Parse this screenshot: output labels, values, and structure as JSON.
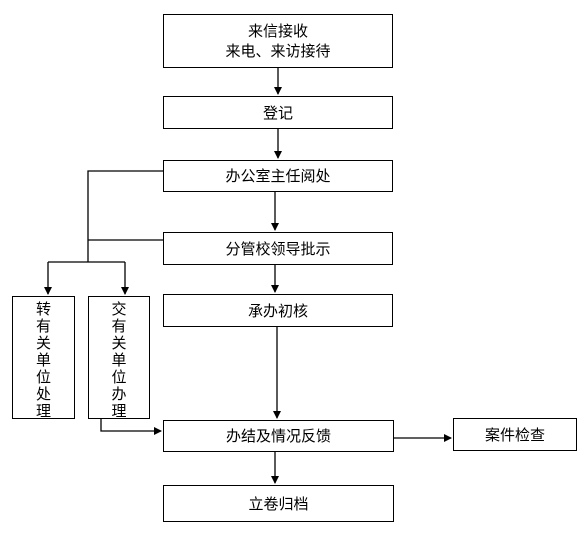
{
  "nodes": {
    "receive": {
      "line1": "来信接收",
      "line2": "来电、来访接待"
    },
    "register": "登记",
    "office_director": "办公室主任阅处",
    "leader_approval": "分管校领导批示",
    "transfer_unit": "转有关单位处理",
    "assign_unit": "交有关单位办理",
    "initial_check": "承办初核",
    "feedback": "办结及情况反馈",
    "case_inspection": "案件检查",
    "archive": "立卷归档"
  },
  "colors": {
    "line": "#000000",
    "box_border": "#000000",
    "background": "#ffffff"
  }
}
